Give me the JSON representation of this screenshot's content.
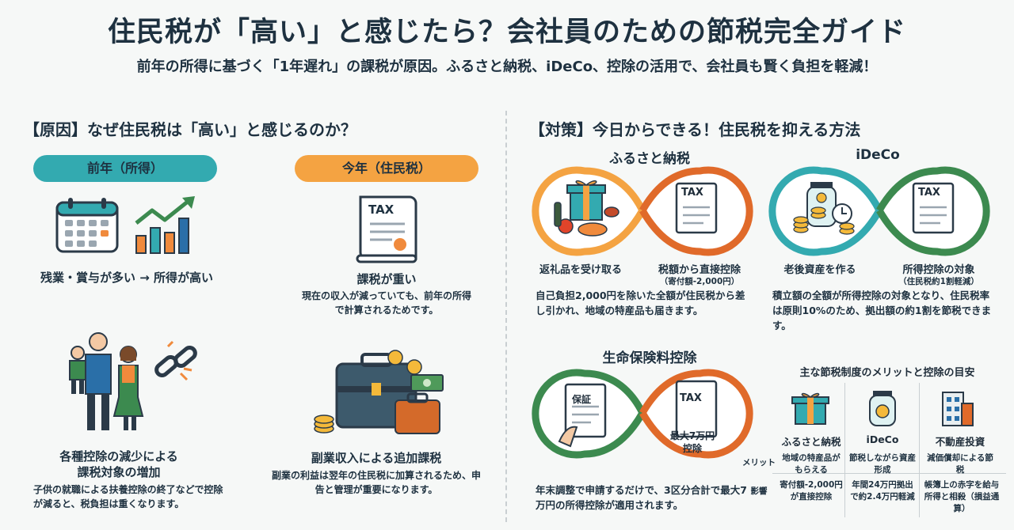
{
  "header": {
    "title": "住民税が「高い」と感じたら？会社員のための節税完全ガイド",
    "subtitle": "前年の所得に基づく「1年遅れ」の課税が原因。ふるさと納税、iDeCo、控除の活用で、会社員も賢く負担を軽減！"
  },
  "cause": {
    "heading": "【原因】なぜ住民税は「高い」と感じるのか？",
    "prev_pill": "前年（所得）",
    "curr_pill": "今年（住民税）",
    "prev_caption": "残業・賞与が多い → 所得が高い",
    "tax_doc_label": "TAX",
    "curr_title": "課税が重い",
    "curr_desc": "現在の収入が減っていても、前年の所得で計算されるためです。",
    "family_title_1": "各種控除の減少による",
    "family_title_2": "課税対象の増加",
    "family_desc": "子供の就職による扶養控除の終了などで控除が減ると、税負担は重くなります。",
    "side_title": "副業収入による追加課税",
    "side_desc": "副業の利益は翌年の住民税に加算されるため、申告と管理が重要になります。"
  },
  "measures": {
    "heading": "【対策】今日からできる！住民税を抑える方法",
    "furusato": {
      "title": "ふるさと納税",
      "left_label": "返礼品を受け取る",
      "right_label": "税額から直接控除",
      "right_sub": "（寄付額-2,000円）",
      "tax_label": "TAX",
      "desc": "自己負担2,000円を除いた全額が住民税から差し引かれ、地域の特産品も届きます。"
    },
    "ideco": {
      "title": "iDeCo",
      "left_label": "老後資産を作る",
      "right_label": "所得控除の対象",
      "right_sub": "（住民税約1割軽減）",
      "tax_label": "TAX",
      "desc": "積立額の全額が所得控除の対象となり、住民税率は原則10%のため、拠出額の約1割を節税できます。"
    },
    "life": {
      "title": "生命保険料控除",
      "doc_label": "保証",
      "tax_label": "TAX",
      "tax_sub_1": "最大7万円",
      "tax_sub_2": "控除",
      "desc": "年末調整で申請するだけで、3区分合計で最大7万円の所得控除が適用されます。"
    },
    "table": {
      "title": "主な節税制度のメリットと控除の目安",
      "row_merit": "メリット",
      "row_impact": "影響",
      "columns": [
        {
          "name": "ふるさと納税",
          "merit": "地域の特産品がもらえる",
          "impact": "寄付額-2,000円が直接控除"
        },
        {
          "name": "iDeCo",
          "merit": "節税しながら資産形成",
          "impact": "年間24万円拠出で約2.4万円軽減"
        },
        {
          "name": "不動産投資",
          "merit": "減価償却による節税",
          "impact": "帳簿上の赤字を給与所得と相殺（損益通算）"
        }
      ]
    }
  },
  "colors": {
    "teal": "#2aa5a5",
    "orange": "#f0a040",
    "dark": "#1e3140",
    "green": "#3c8a4f"
  }
}
